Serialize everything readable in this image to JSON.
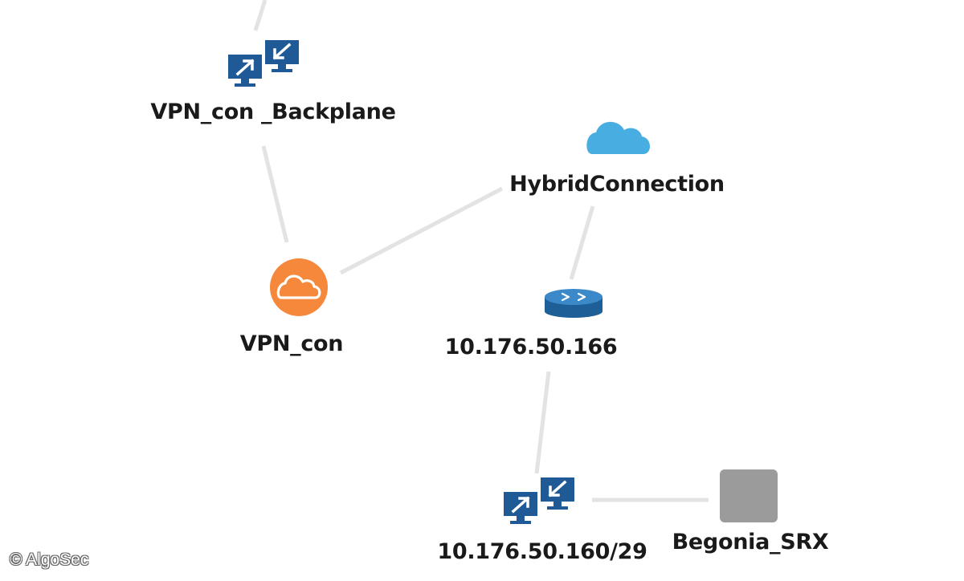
{
  "nodes": {
    "vpn_backplane": {
      "label": "VPN_con _Backplane",
      "icon": "vpn-tunnel-icon"
    },
    "hybrid": {
      "label": "HybridConnection",
      "icon": "cloud-icon"
    },
    "vpn_con": {
      "label": "VPN_con",
      "icon": "orange-cloud-icon"
    },
    "router": {
      "label": "10.176.50.166",
      "icon": "router-icon"
    },
    "subnet": {
      "label": "10.176.50.160/29",
      "icon": "vpn-tunnel-icon"
    },
    "begonia": {
      "label": "Begonia_SRX",
      "icon": "device-square-icon"
    }
  },
  "watermark": "© AlgoSec",
  "colors": {
    "edge": "#e3e3e3",
    "monitor_blue": "#1f5a96",
    "cloud_blue": "#48aee2",
    "vpn_orange": "#f5883a",
    "router_blue": "#1d6aa5",
    "device_gray": "#9b9b9b"
  }
}
